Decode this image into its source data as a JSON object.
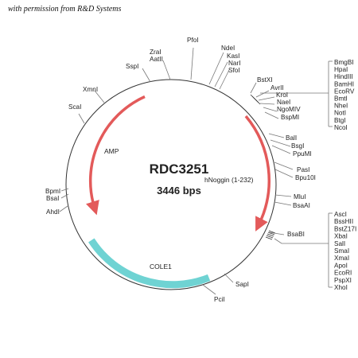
{
  "caption": "with permission from R&D Systems",
  "plasmid": {
    "name": "RDC3251",
    "size": "3446 bps",
    "insert": "hNoggin (1-232)",
    "features": {
      "amp": "AMP",
      "cole1": "COLE1"
    }
  },
  "colors": {
    "arrow": "#e35a5a",
    "cole1": "#6fd3d3",
    "backbone": "#333333",
    "leader": "#777777"
  },
  "sites": {
    "pfoi": "PfoI",
    "zral": "ZraI",
    "aatll": "AatII",
    "sspl": "SspI",
    "xmnl": "XmnI",
    "scal": "ScaI",
    "ndel": "NdeI",
    "kasl": "KasI",
    "narl": "NarI",
    "sfol": "SfoI",
    "bstxl": "BstXI",
    "avrll": "AvrII",
    "krol": "KroI",
    "nael": "NaeI",
    "ngomiv": "NgoMIV",
    "bspmi": "BspMI",
    "ball": "BalI",
    "bsgl": "BsgI",
    "ppumi": "PpuMI",
    "pasl": "PasI",
    "bpu10l": "Bpu10I",
    "mlul": "MluI",
    "bsaal": "BsaAI",
    "bsabl": "BsaBI",
    "sapl": "SapI",
    "pcil": "PciI",
    "ahdl": "AhdI",
    "bsal": "BsaI",
    "bpml": "BpmI"
  },
  "mcs_upper": [
    "BmgBI",
    "HpaI",
    "HindIII",
    "BamHI",
    "EcoRV",
    "BmtI",
    "NheI",
    "NotI",
    "BtgI",
    "NcoI"
  ],
  "mcs_lower": [
    "AscI",
    "BssHII",
    "BstZ17I",
    "XbaI",
    "SalI",
    "SmaI",
    "XmaI",
    "ApoI",
    "EcoRI",
    "PspXI",
    "XhoI"
  ]
}
